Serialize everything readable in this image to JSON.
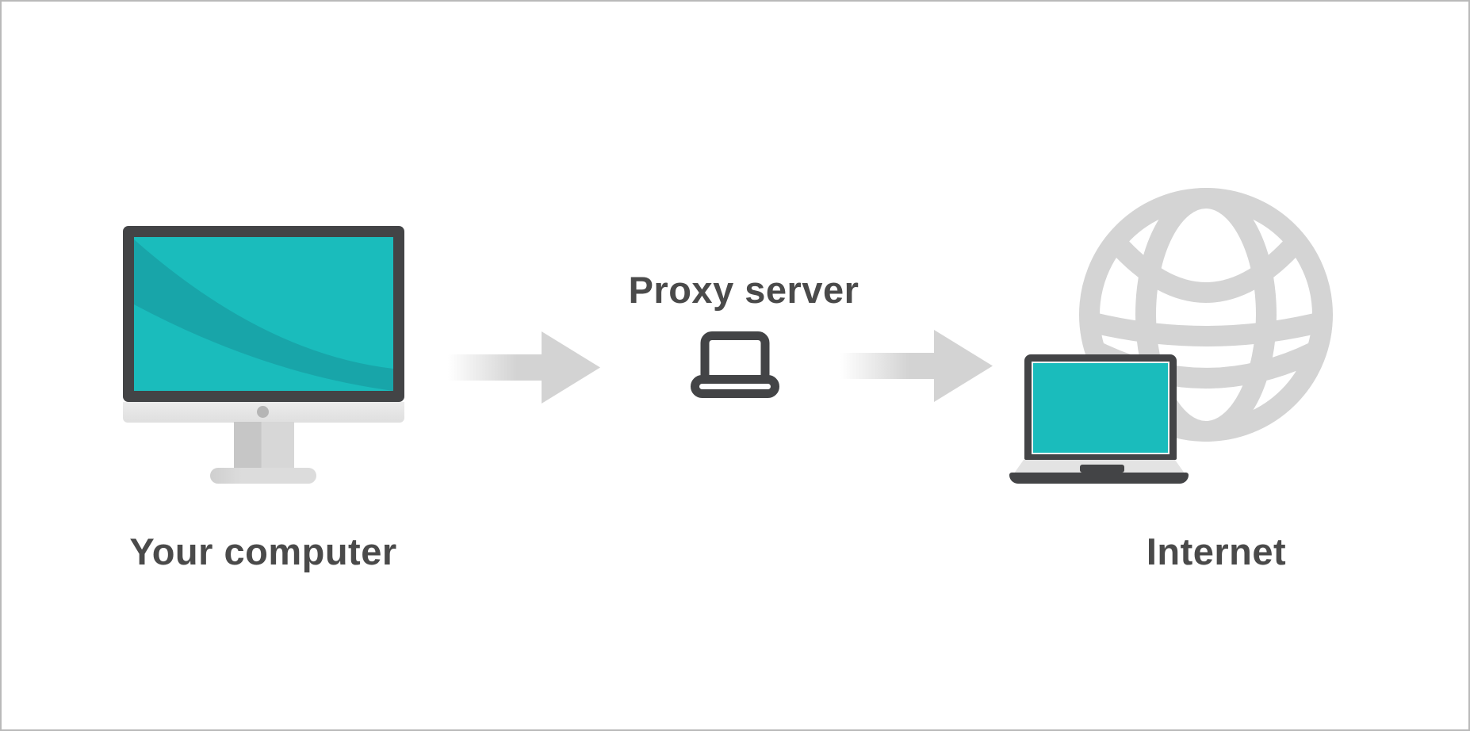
{
  "diagram": {
    "type": "network-flow",
    "nodes": [
      {
        "id": "your-computer",
        "label": "Your computer",
        "icon": "desktop-computer-icon",
        "screen_color": "#1abcbc"
      },
      {
        "id": "proxy-server",
        "label": "Proxy server",
        "icon": "laptop-outline-icon"
      },
      {
        "id": "internet",
        "label": "Internet",
        "icon": "laptop-globe-icon",
        "screen_color": "#1abcbc"
      }
    ],
    "connections": [
      {
        "from": "your-computer",
        "to": "proxy-server",
        "shape": "right-arrow",
        "style": "gray-faded-tail"
      },
      {
        "from": "proxy-server",
        "to": "internet",
        "shape": "right-arrow",
        "style": "gray-faded-tail"
      }
    ]
  },
  "colors": {
    "background": "#ffffff",
    "page_border": "#b9b9b9",
    "accent_teal": "#1abcbc",
    "accent_teal_shade": "#18a5a9",
    "device_dark": "#434446",
    "label_text": "#4a4a4a",
    "soft_gray": "#d3d3d3",
    "hardware_light": "#e3e3e3"
  }
}
